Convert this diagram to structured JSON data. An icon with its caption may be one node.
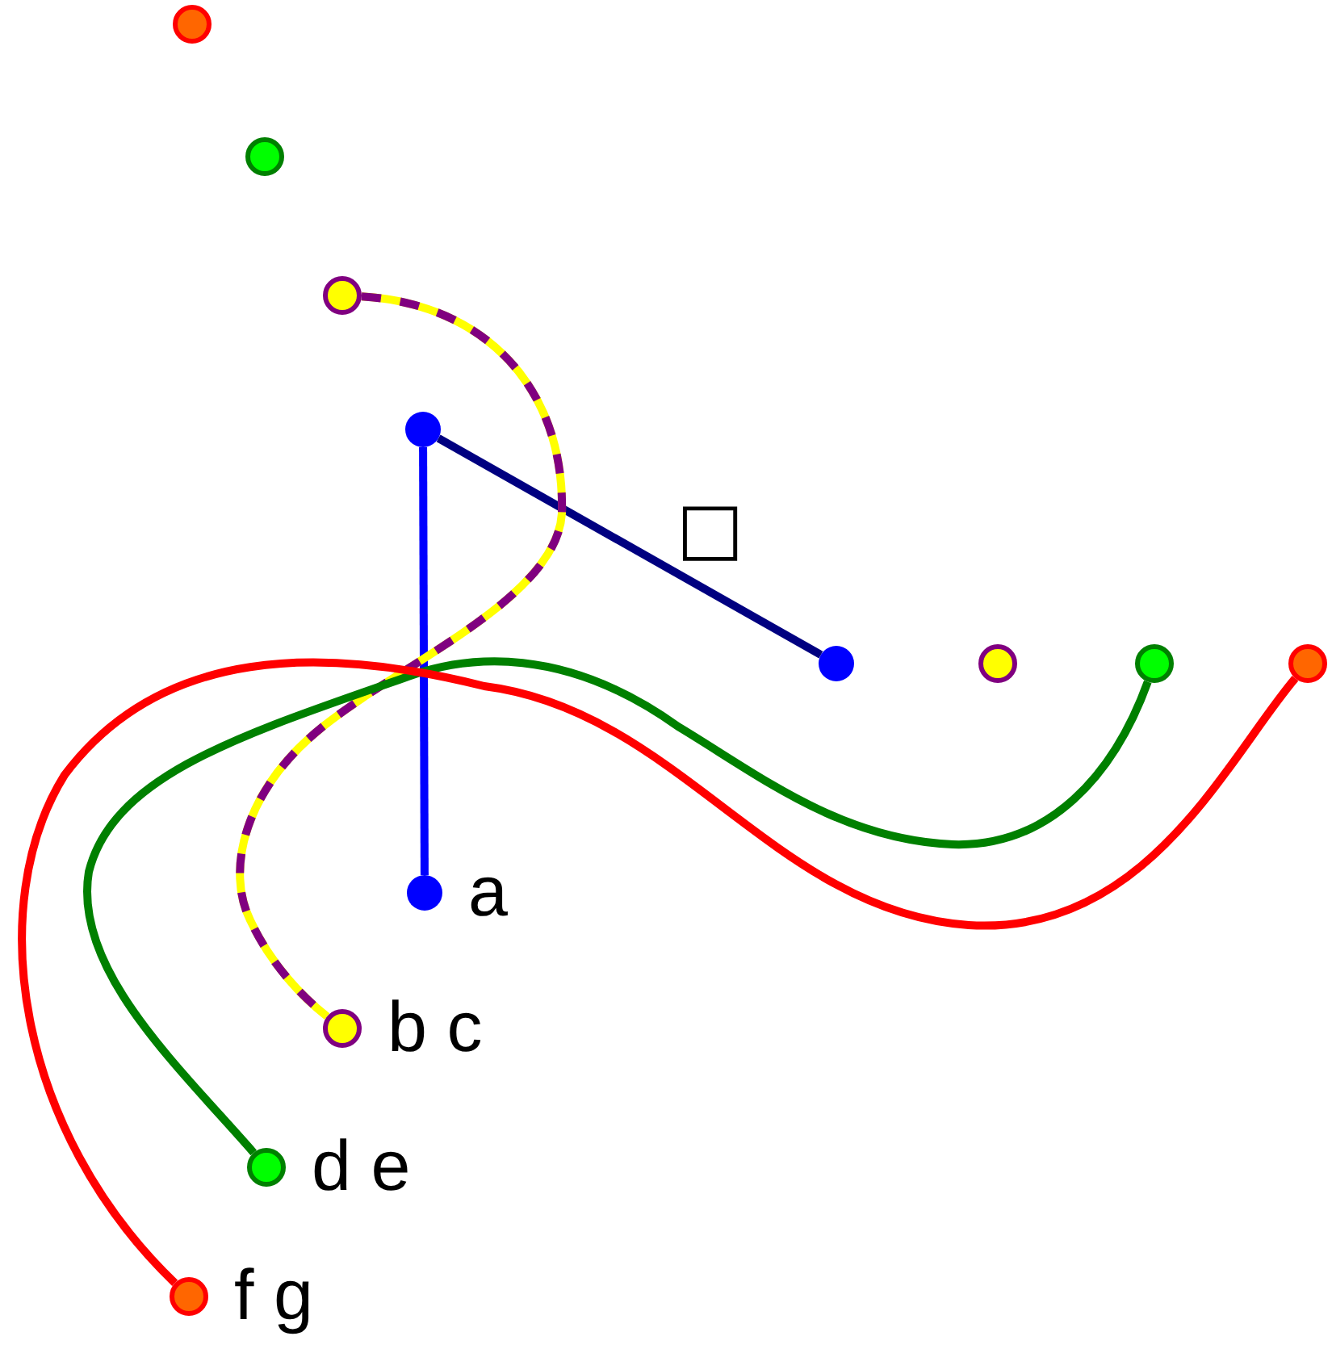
{
  "diagram": {
    "nodes": [
      {
        "text": [],
        "shape": "circle"
      },
      {
        "text": [],
        "shape": "circle"
      },
      {
        "text": [],
        "shape": "circle"
      },
      {
        "text": [],
        "shape": "circle"
      },
      {
        "text": [],
        "shape": "circle"
      },
      {
        "text": [],
        "shape": "circle"
      },
      {
        "text": [],
        "shape": "circle"
      },
      {
        "text": [],
        "shape": "circle"
      },
      {
        "text": [],
        "shape": "circle",
        "beside": [
          "a"
        ]
      },
      {
        "text": [],
        "shape": "circle",
        "beside": [
          "b c"
        ]
      },
      {
        "text": [],
        "shape": "circle",
        "beside": [
          "d e"
        ]
      },
      {
        "text": [],
        "shape": "circle",
        "beside": [
          "f g"
        ]
      }
    ],
    "edges": [
      {
        "from": 3,
        "to": 8,
        "arrow": "none",
        "color": "#0000ff"
      },
      {
        "from": 3,
        "to": 4,
        "arrow": "none",
        "label": "□",
        "color": "#000080"
      },
      {
        "from": 2,
        "to": 9,
        "arrow": "none",
        "style": "dashed",
        "color": "#800080"
      },
      {
        "from": 6,
        "to": 10,
        "arrow": "none",
        "color": "#008000"
      },
      {
        "from": 7,
        "to": 11,
        "arrow": "none",
        "color": "#ff0000"
      }
    ]
  }
}
